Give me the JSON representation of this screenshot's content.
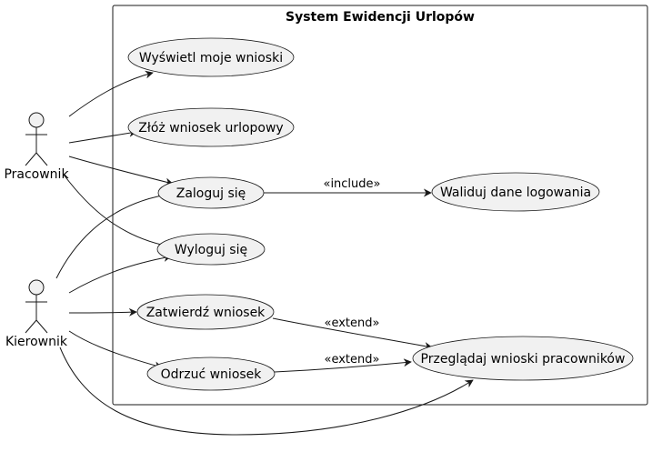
{
  "system": {
    "title": "System Ewidencji Urlopów"
  },
  "actors": [
    {
      "id": "pracownik",
      "label": "Pracownik"
    },
    {
      "id": "kierownik",
      "label": "Kierownik"
    }
  ],
  "use_cases": [
    {
      "id": "wyswietl",
      "label": "Wyświetl moje wnioski"
    },
    {
      "id": "zloz",
      "label": "Złóż wniosek urlopowy"
    },
    {
      "id": "zaloguj",
      "label": "Zaloguj się"
    },
    {
      "id": "waliduj",
      "label": "Waliduj dane logowania"
    },
    {
      "id": "wyloguj",
      "label": "Wyloguj się"
    },
    {
      "id": "zatwierdz",
      "label": "Zatwierdź wniosek"
    },
    {
      "id": "odrzuc",
      "label": "Odrzuć wniosek"
    },
    {
      "id": "przegladaj",
      "label": "Przeglądaj wnioski pracowników"
    }
  ],
  "relations": [
    {
      "from": "pracownik",
      "to": "wyswietl",
      "type": "association"
    },
    {
      "from": "pracownik",
      "to": "zloz",
      "type": "association"
    },
    {
      "from": "pracownik",
      "to": "zaloguj",
      "type": "association"
    },
    {
      "from": "pracownik",
      "to": "wyloguj",
      "type": "association"
    },
    {
      "from": "kierownik",
      "to": "zaloguj",
      "type": "association"
    },
    {
      "from": "kierownik",
      "to": "wyloguj",
      "type": "association"
    },
    {
      "from": "kierownik",
      "to": "zatwierdz",
      "type": "association"
    },
    {
      "from": "kierownik",
      "to": "odrzuc",
      "type": "association"
    },
    {
      "from": "kierownik",
      "to": "przegladaj",
      "type": "association"
    },
    {
      "from": "zaloguj",
      "to": "waliduj",
      "type": "include",
      "label": "«include»"
    },
    {
      "from": "zatwierdz",
      "to": "przegladaj",
      "type": "extend",
      "label": "«extend»"
    },
    {
      "from": "odrzuc",
      "to": "przegladaj",
      "type": "extend",
      "label": "«extend»"
    }
  ]
}
